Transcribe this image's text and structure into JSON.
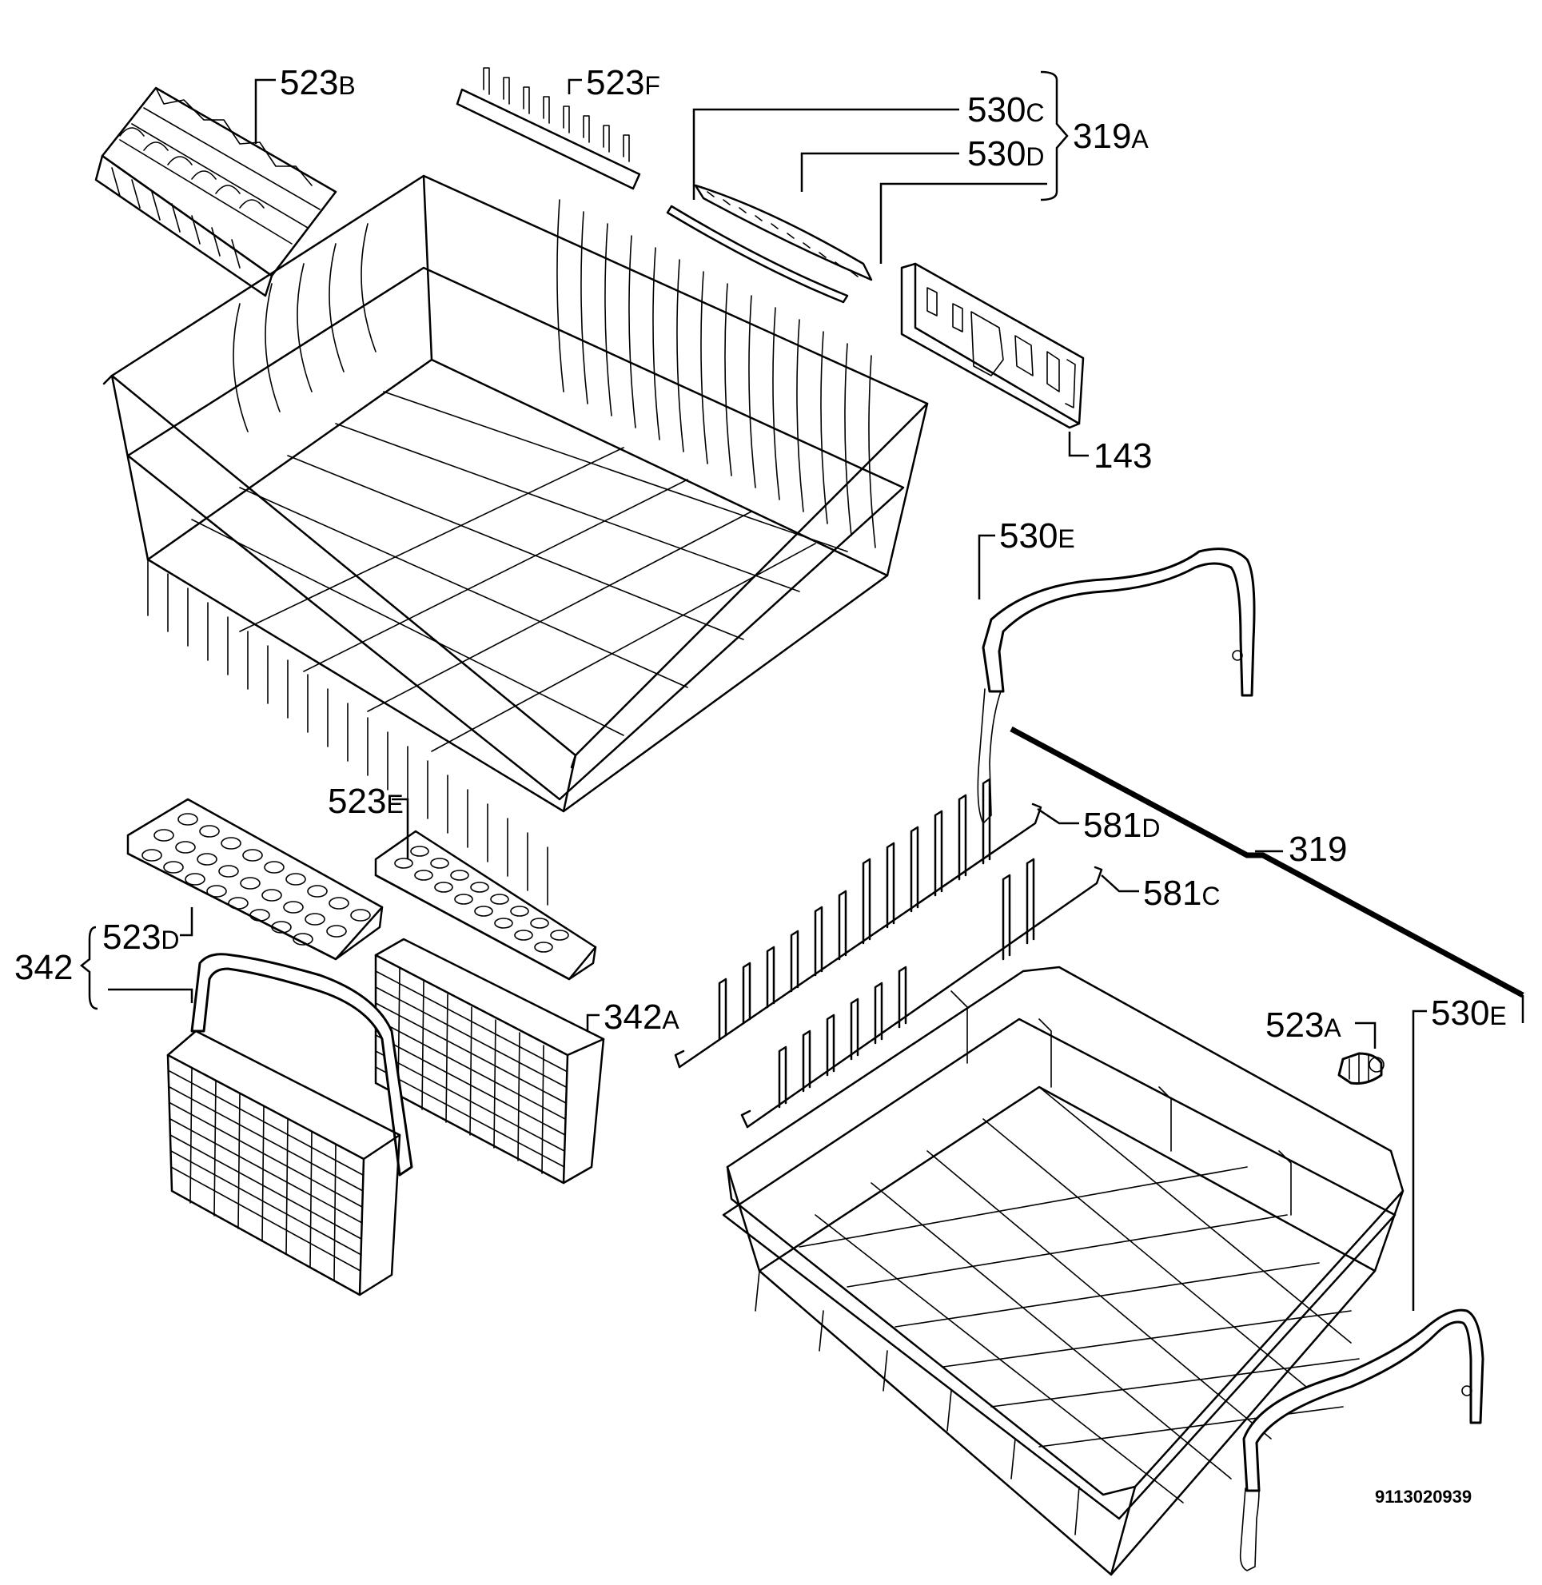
{
  "labels": {
    "l523B": {
      "num": "523",
      "sfx": "B"
    },
    "l523F": {
      "num": "523",
      "sfx": "F"
    },
    "l530C": {
      "num": "530",
      "sfx": "C"
    },
    "l530D": {
      "num": "530",
      "sfx": "D"
    },
    "l319A": {
      "num": "319",
      "sfx": "A"
    },
    "l143": {
      "num": "143",
      "sfx": ""
    },
    "l530E_top": {
      "num": "530",
      "sfx": "E"
    },
    "l523E": {
      "num": "523",
      "sfx": "E"
    },
    "l581D": {
      "num": "581",
      "sfx": "D"
    },
    "l319": {
      "num": "319",
      "sfx": ""
    },
    "l581C": {
      "num": "581",
      "sfx": "C"
    },
    "l342": {
      "num": "342",
      "sfx": ""
    },
    "l523D": {
      "num": "523",
      "sfx": "D"
    },
    "l342A": {
      "num": "342",
      "sfx": "A"
    },
    "l523A": {
      "num": "523",
      "sfx": "A"
    },
    "l530E_bottom": {
      "num": "530",
      "sfx": "E"
    }
  },
  "document_number": "9113020939"
}
